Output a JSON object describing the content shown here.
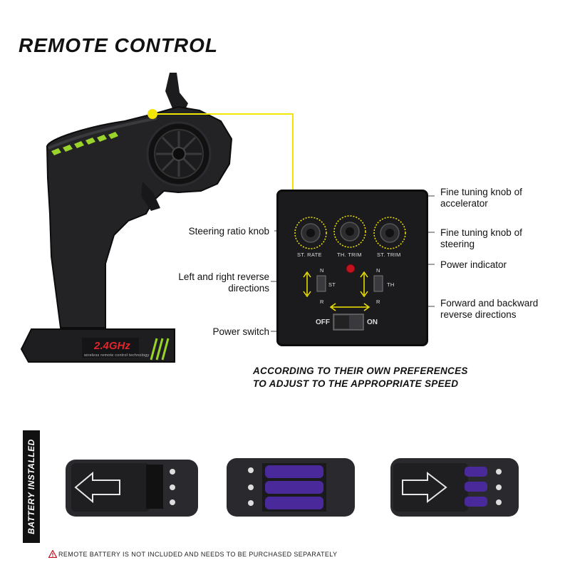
{
  "title": "REMOTE CONTROL",
  "product": {
    "brand_badge": "2.4GHz",
    "brand_subtext": "wireless remote control technology"
  },
  "panel": {
    "knobs": [
      "ST. RATE",
      "TH. TRIM",
      "ST. TRIM"
    ],
    "switch_left": {
      "top": "N",
      "mid": "ST",
      "bottom": "R"
    },
    "switch_right": {
      "top": "N",
      "mid": "TH",
      "bottom": "R"
    },
    "power": {
      "off": "OFF",
      "on": "ON"
    }
  },
  "callouts": {
    "fine_accel": "Fine tuning knob of accelerator",
    "steering_ratio": "Steering ratio knob",
    "fine_steering": "Fine tuning knob of steering",
    "power_indicator": "Power indicator",
    "lr_reverse": "Left and right reverse directions",
    "fb_reverse": "Forward and backward reverse directions",
    "power_switch": "Power switch"
  },
  "preference_text": {
    "line1": "ACCORDING TO THEIR OWN PREFERENCES",
    "line2": "TO ADJUST TO THE APPROPRIATE SPEED"
  },
  "battery": {
    "side_label": "BATTERY INSTALLED",
    "warning": "REMOTE BATTERY IS NOT INCLUDED AND NEEDS TO BE PURCHASED SEPARATELY"
  },
  "colors": {
    "accent_yellow": "#f2e600",
    "accent_green": "#9ad32a",
    "badge_red": "#e0262b",
    "panel_dark": "#1b1b1d",
    "battery_purple": "#4a2a9a"
  }
}
